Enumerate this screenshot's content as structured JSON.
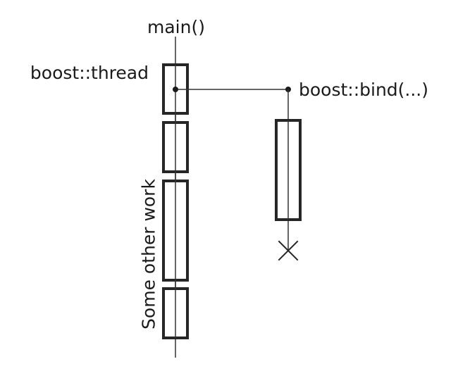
{
  "labels": {
    "main": "main()",
    "thread": "boost::thread",
    "bind": "boost::bind(...)",
    "other_work": "Some other work"
  },
  "colors": {
    "background": "#ffffff",
    "stroke": "#262626",
    "text": "#1a1a1a"
  }
}
